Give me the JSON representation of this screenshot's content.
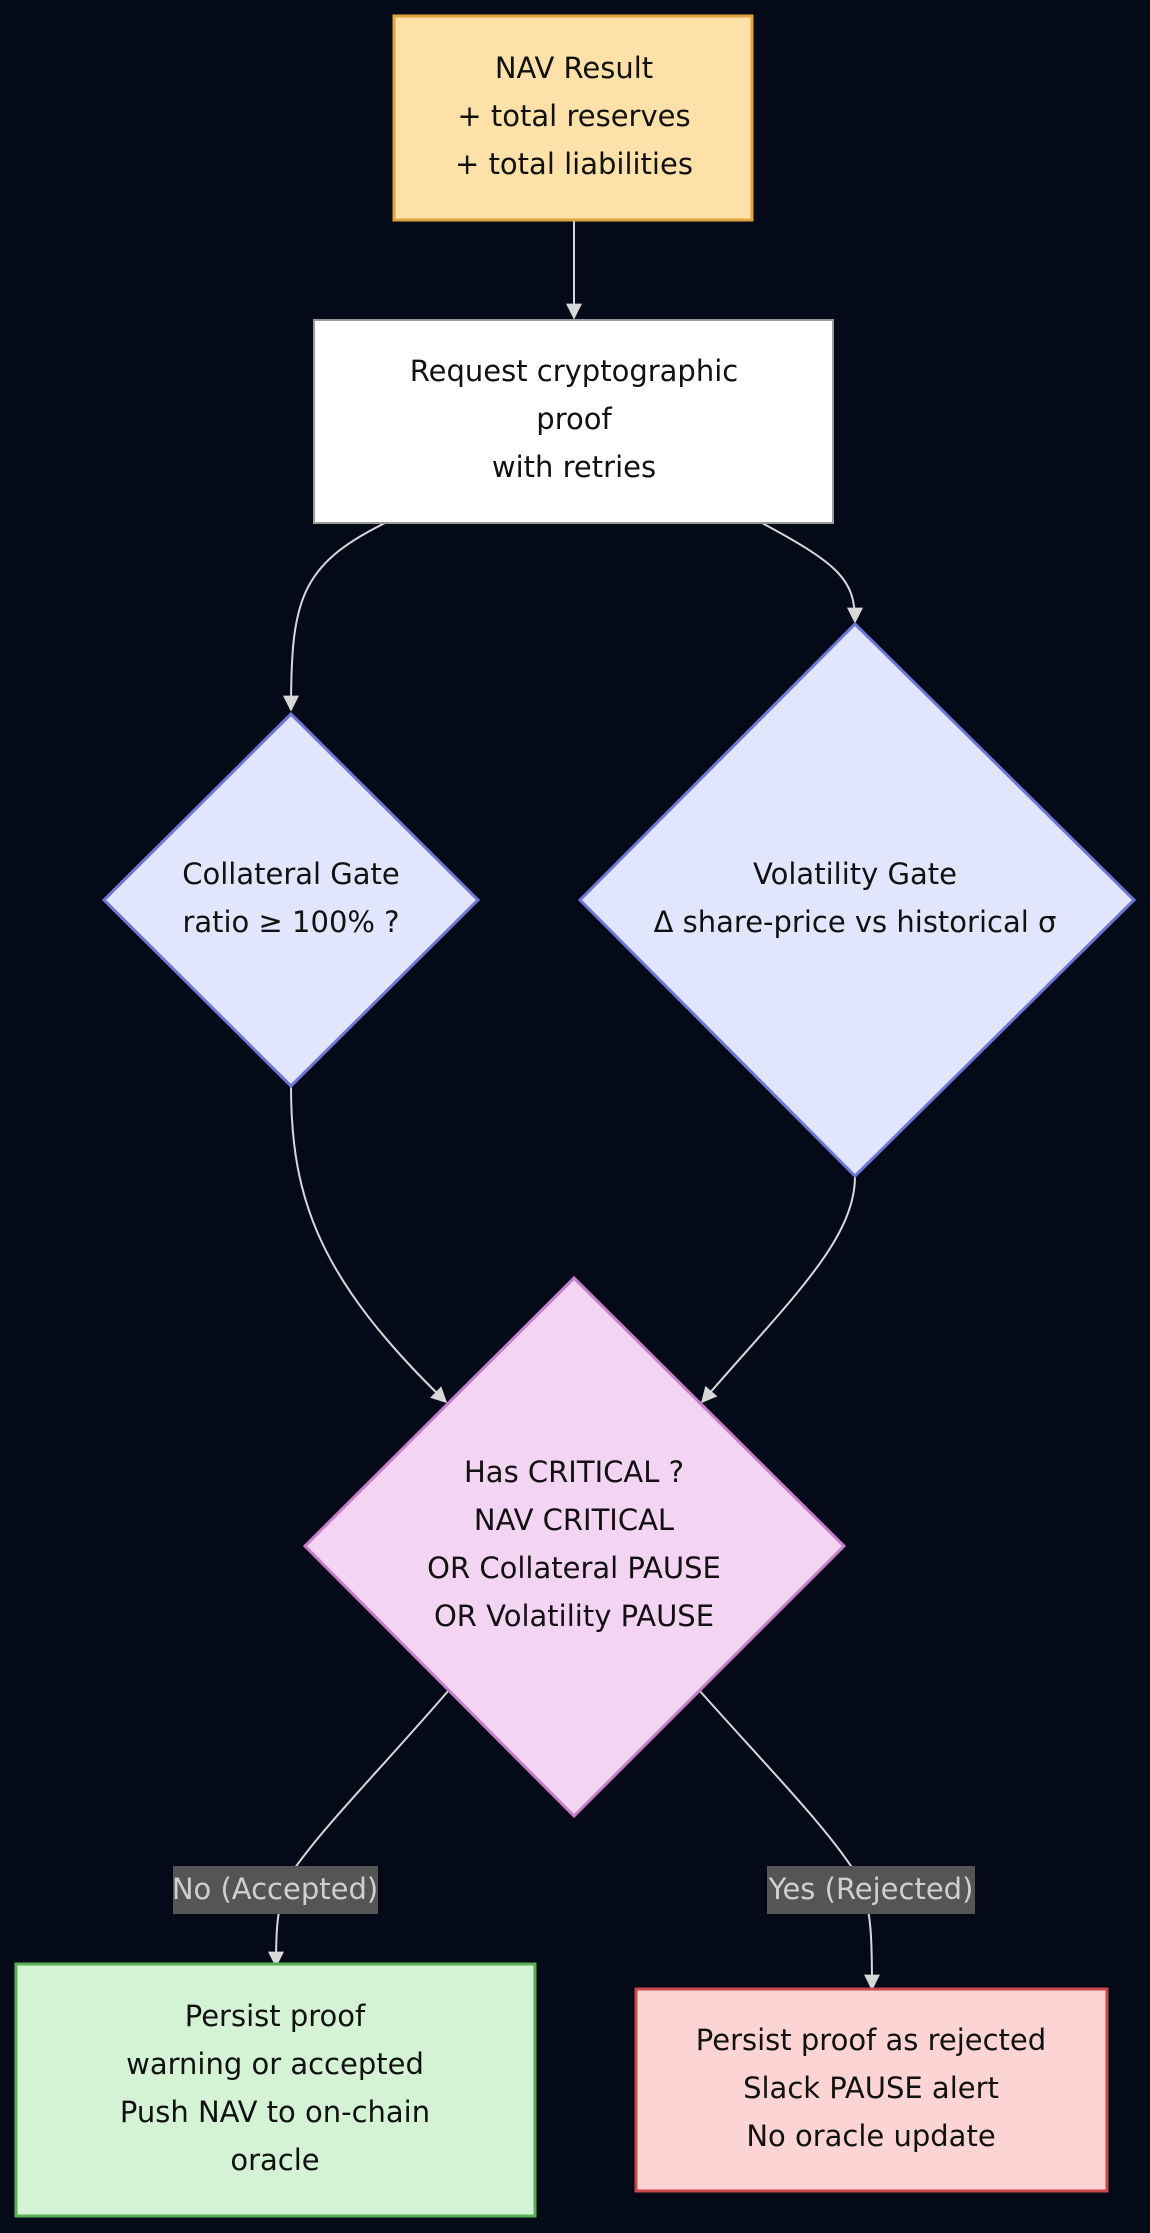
{
  "diagram": {
    "colors": {
      "background": "#040a18",
      "edge": "#d8d8d8",
      "start_fill": "#fde1a8",
      "start_stroke": "#e0a43a",
      "process_fill": "#ffffff",
      "process_stroke": "#9a9a9a",
      "gate_fill": "#e2e6fc",
      "gate_stroke": "#6d77d6",
      "decision_fill": "#f3d4f3",
      "decision_stroke": "#c77ec8",
      "accepted_fill": "#d4f2d4",
      "accepted_stroke": "#5aae54",
      "rejected_fill": "#fcd4d4",
      "rejected_stroke": "#c84a4a",
      "edge_label_bg": "#555555",
      "edge_label_text": "#d0d0d0"
    },
    "nodes": {
      "nav_result": {
        "lines": [
          "NAV Result",
          "+ total reserves",
          "+ total liabilities"
        ]
      },
      "request_proof": {
        "lines": [
          "Request cryptographic",
          "proof",
          "with retries"
        ]
      },
      "collateral_gate": {
        "lines": [
          "Collateral Gate",
          "ratio ≥ 100% ?"
        ]
      },
      "volatility_gate": {
        "lines": [
          "Volatility Gate",
          "Δ share-price vs historical σ"
        ]
      },
      "has_critical": {
        "lines": [
          "Has CRITICAL ?",
          "NAV CRITICAL",
          "OR Collateral PAUSE",
          "OR Volatility PAUSE"
        ]
      },
      "accepted": {
        "lines": [
          "Persist proof",
          "warning or accepted",
          "Push NAV to on-chain",
          "oracle"
        ]
      },
      "rejected": {
        "lines": [
          "Persist proof as rejected",
          "Slack PAUSE alert",
          "No oracle update"
        ]
      }
    },
    "edges": {
      "nav_to_request": {
        "label": ""
      },
      "request_to_collateral": {
        "label": ""
      },
      "request_to_volatility": {
        "label": ""
      },
      "collateral_to_critical": {
        "label": ""
      },
      "volatility_to_critical": {
        "label": ""
      },
      "critical_to_accepted": {
        "label": "No (Accepted)"
      },
      "critical_to_rejected": {
        "label": "Yes (Rejected)"
      }
    }
  }
}
